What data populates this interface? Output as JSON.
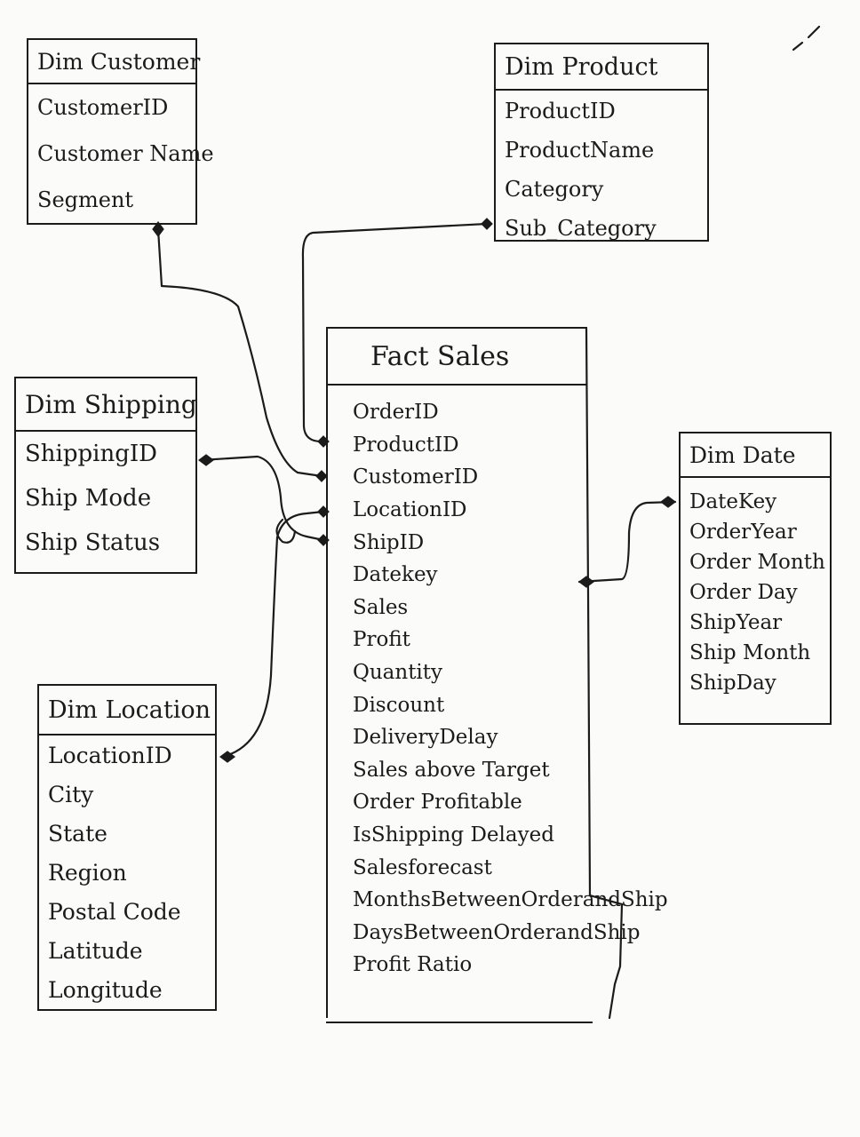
{
  "tables": {
    "dim_customer": {
      "title": "Dim Customer",
      "fields": [
        "CustomerID",
        "Customer Name",
        "Segment"
      ]
    },
    "dim_product": {
      "title": "Dim Product",
      "fields": [
        "ProductID",
        "ProductName",
        "Category",
        "Sub_Category"
      ]
    },
    "dim_shipping": {
      "title": "Dim Shipping",
      "fields": [
        "ShippingID",
        "Ship Mode",
        "Ship Status"
      ]
    },
    "dim_location": {
      "title": "Dim Location",
      "fields": [
        "LocationID",
        "City",
        "State",
        "Region",
        "Postal Code",
        "Latitude",
        "Longitude"
      ]
    },
    "dim_date": {
      "title": "Dim Date",
      "fields": [
        "DateKey",
        "OrderYear",
        "Order Month",
        "Order Day",
        "ShipYear",
        "Ship Month",
        "ShipDay"
      ]
    },
    "fact_sales": {
      "title": "Fact Sales",
      "fields": [
        "OrderID",
        "ProductID",
        "CustomerID",
        "LocationID",
        "ShipID",
        "Datekey",
        "Sales",
        "Profit",
        "Quantity",
        "Discount",
        "DeliveryDelay",
        "Sales above Target",
        "Order Profitable",
        "IsShipping Delayed",
        "Salesforecast",
        "MonthsBetweenOrderandShip",
        "DaysBetweenOrderandShip",
        "Profit Ratio"
      ]
    }
  },
  "relationships": [
    {
      "from": "dim_customer.CustomerID",
      "to": "fact_sales.CustomerID"
    },
    {
      "from": "dim_product.ProductID",
      "to": "fact_sales.ProductID"
    },
    {
      "from": "dim_shipping.ShippingID",
      "to": "fact_sales.ShipID"
    },
    {
      "from": "dim_location.LocationID",
      "to": "fact_sales.LocationID"
    },
    {
      "from": "dim_date.DateKey",
      "to": "fact_sales.Datekey"
    }
  ]
}
